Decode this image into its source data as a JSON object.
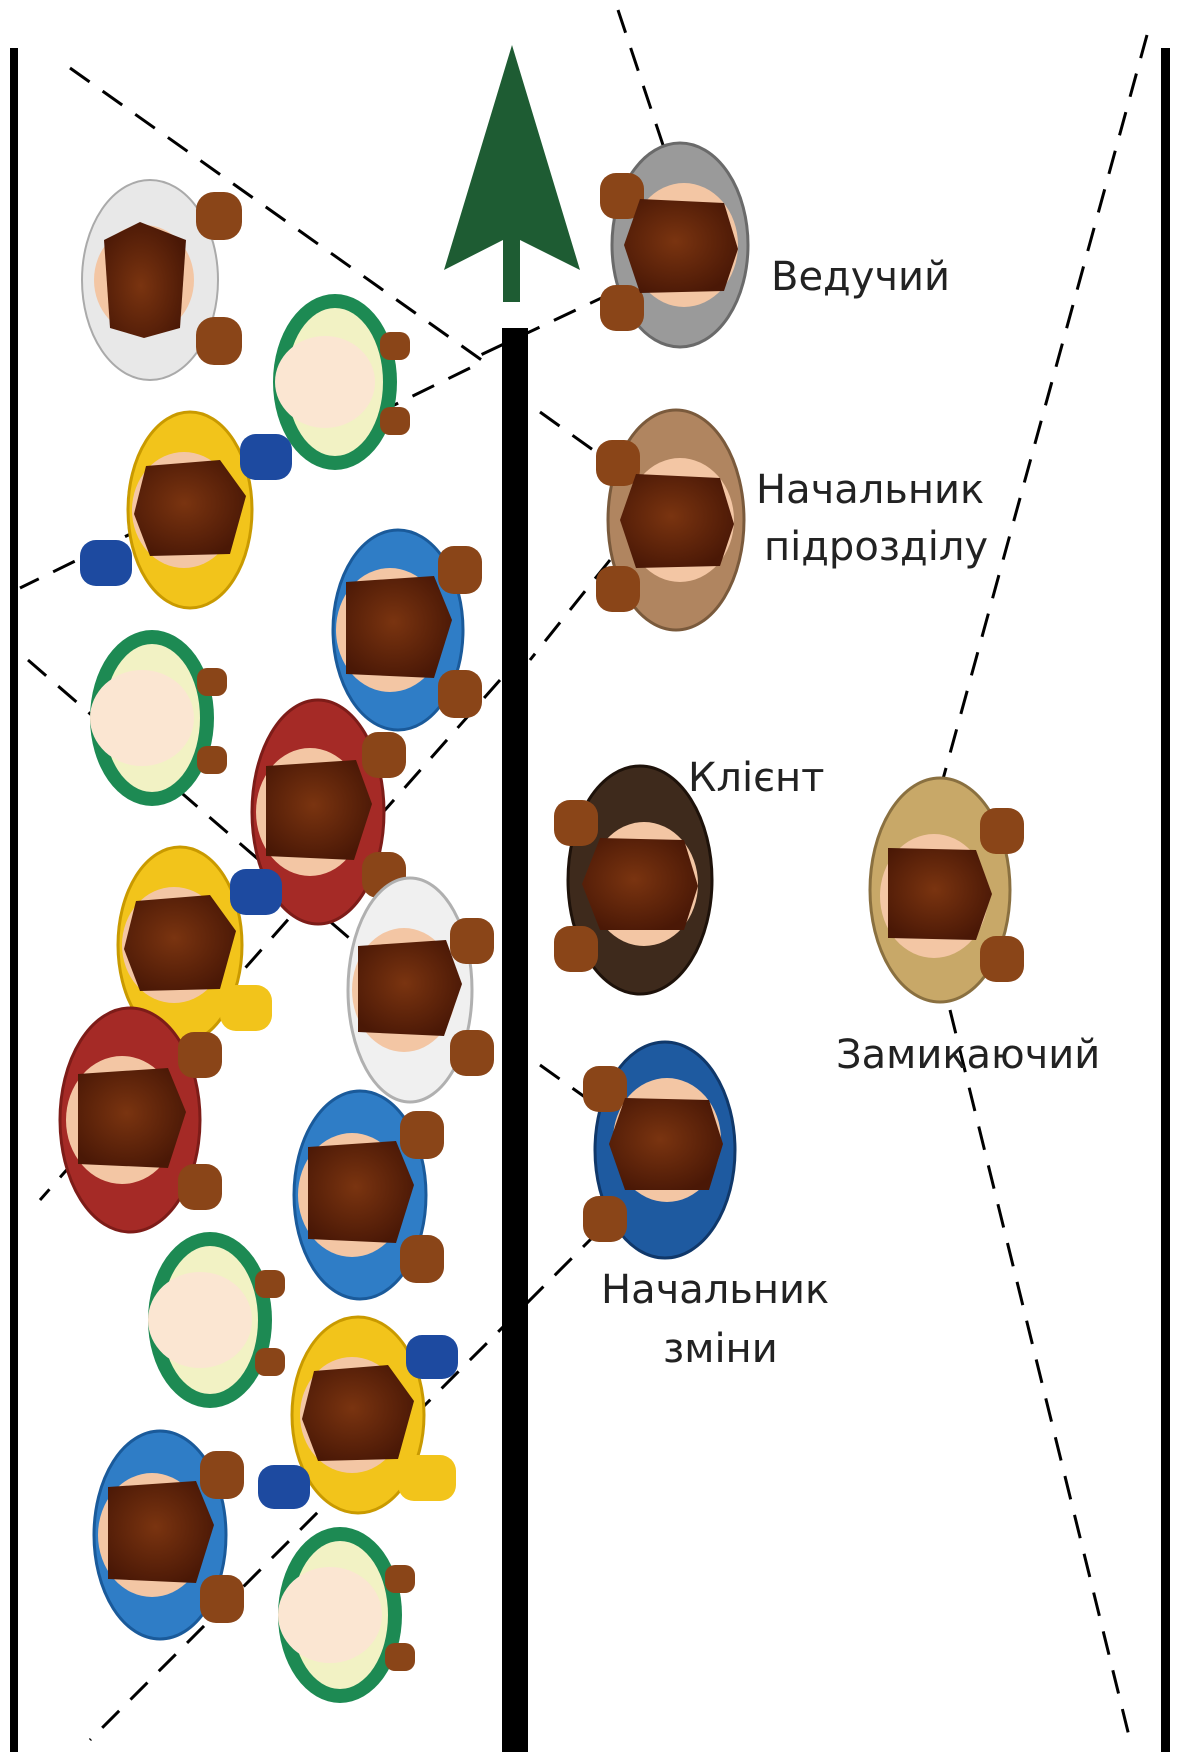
{
  "labels": {
    "leader": "Ведучий",
    "unit_head_line1": "Начальник",
    "unit_head_line2": "підрозділу",
    "client": "Клієнт",
    "closer": "Замикаючий",
    "shift_head_line1": "Начальник",
    "shift_head_line2": "зміни"
  },
  "colors": {
    "arrow": "#1e5c33",
    "hair": "#5a1f08",
    "skin": "#f3c6a4",
    "arm": "#8a4518"
  },
  "icons": {
    "direction": "arrow-up-icon",
    "person": "person-topview-icon"
  }
}
